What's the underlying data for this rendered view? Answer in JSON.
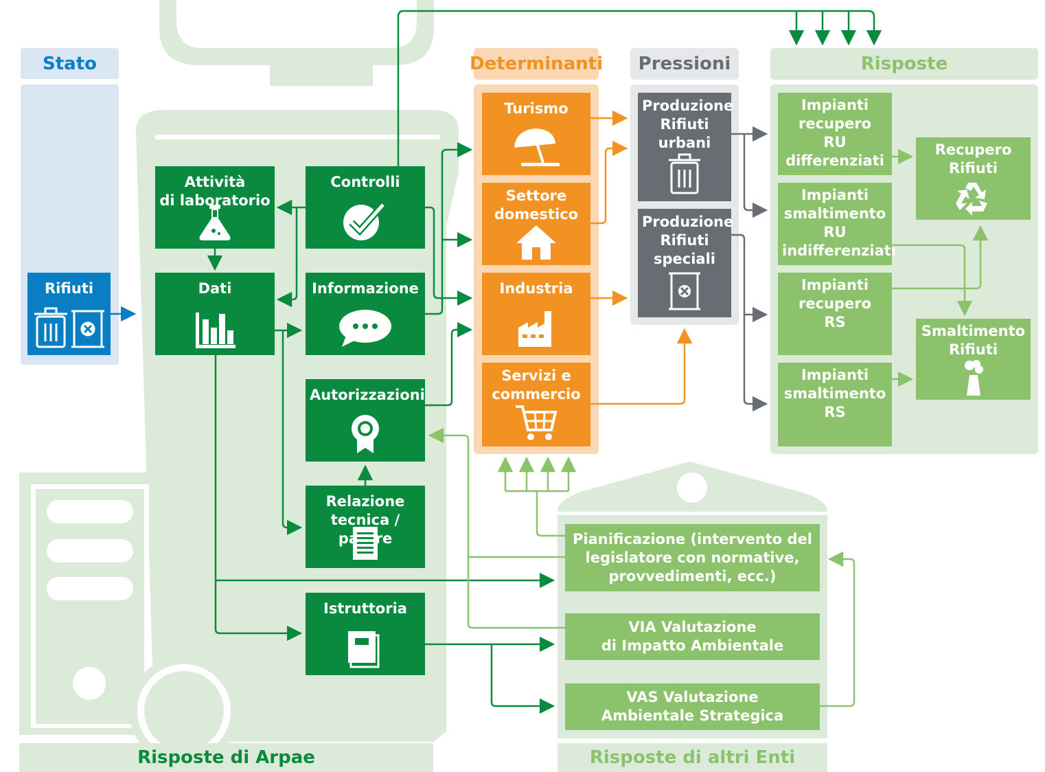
{
  "sections": {
    "stato": "Stato",
    "determinanti": "Determinanti",
    "pressioni": "Pressioni",
    "risposte": "Risposte",
    "risposte_arpae": "Risposte di Arpae",
    "risposte_enti": "Risposte di altri Enti"
  },
  "stato": {
    "rifiuti": "Rifiuti"
  },
  "arpae": {
    "attivita": "Attività\ndi laboratorio",
    "controlli": "Controlli",
    "dati": "Dati",
    "informazione": "Informazione",
    "autorizzazioni": "Autorizzazioni",
    "relazione": "Relazione\ntecnica / parere",
    "istruttoria": "Istruttoria"
  },
  "determinanti": {
    "turismo": "Turismo",
    "domestico": "Settore\ndomestico",
    "industria": "Industria",
    "servizi": "Servizi e\ncommercio"
  },
  "pressioni": {
    "urbani": "Produzione\nRifiuti\nurbani",
    "speciali": "Produzione\nRifiuti\nspeciali"
  },
  "risposte": {
    "recupero_ru": "Impianti\nrecupero\nRU\ndifferenziati",
    "smalt_ru": "Impianti\nsmaltimento\nRU\nindifferenziati",
    "recupero_rs": "Impianti\nrecupero\nRS",
    "smalt_rs": "Impianti\nsmaltimento\nRS",
    "recupero_rifiuti": "Recupero\nRifiuti",
    "smaltimento_rifiuti": "Smaltimento\nRifiuti"
  },
  "enti": {
    "pianificazione": "Pianificazione (intervento del legislatore con normative, provvedimenti, ecc.)",
    "via": "VIA Valutazione\ndi Impatto Ambientale",
    "vas": "VAS Valutazione\nAmbientale Strategica"
  },
  "colors": {
    "arpae_green": "#0a8a3e",
    "light_green": "#8cc26c",
    "orange": "#f29222",
    "grey": "#686c73",
    "blue": "#0a7ec2"
  }
}
